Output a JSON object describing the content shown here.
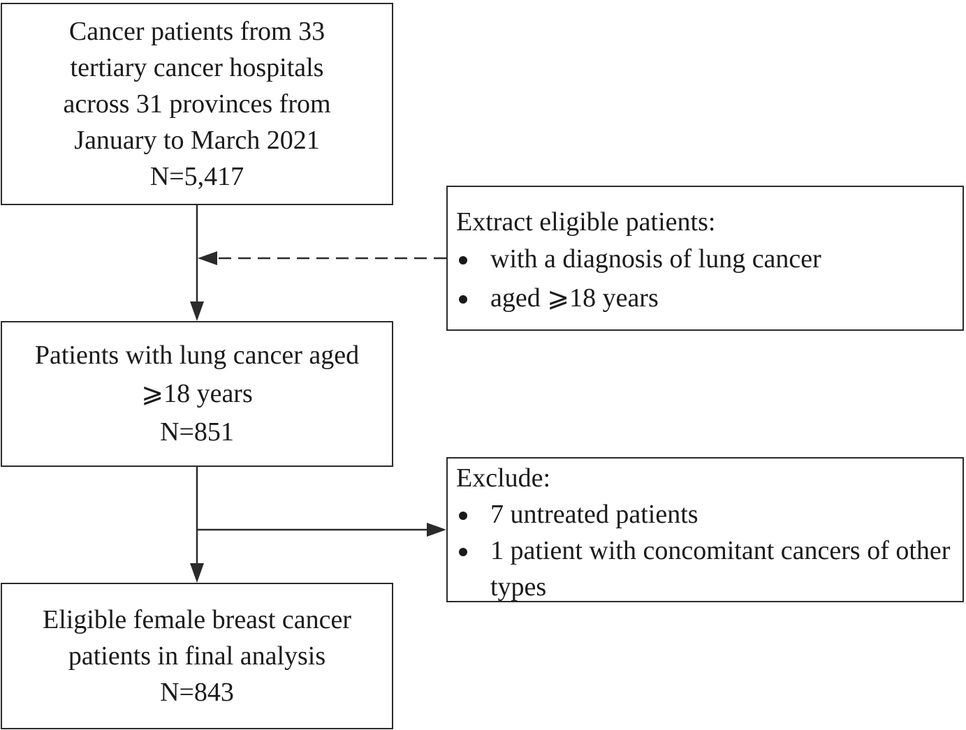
{
  "boxes": {
    "start": {
      "lines": [
        "Cancer patients from 33",
        "tertiary cancer hospitals",
        "across 31 provinces from",
        "January to March 2021",
        "N=5,417"
      ]
    },
    "middle": {
      "lines": [
        "Patients with lung cancer aged",
        "⩾18 years",
        "N=851"
      ]
    },
    "final": {
      "lines": [
        "Eligible female breast cancer",
        "patients in final analysis",
        "N=843"
      ]
    },
    "extract": {
      "heading": "Extract eligible patients:",
      "items": [
        "with a diagnosis of lung cancer",
        "aged  ⩾18 years"
      ]
    },
    "exclude": {
      "heading": "Exclude:",
      "items": [
        "7 untreated patients",
        "1 patient with concomitant cancers of other types"
      ]
    }
  },
  "colors": {
    "line": "#2b2b2b",
    "text": "#1a1a1a",
    "background": "#ffffff"
  }
}
